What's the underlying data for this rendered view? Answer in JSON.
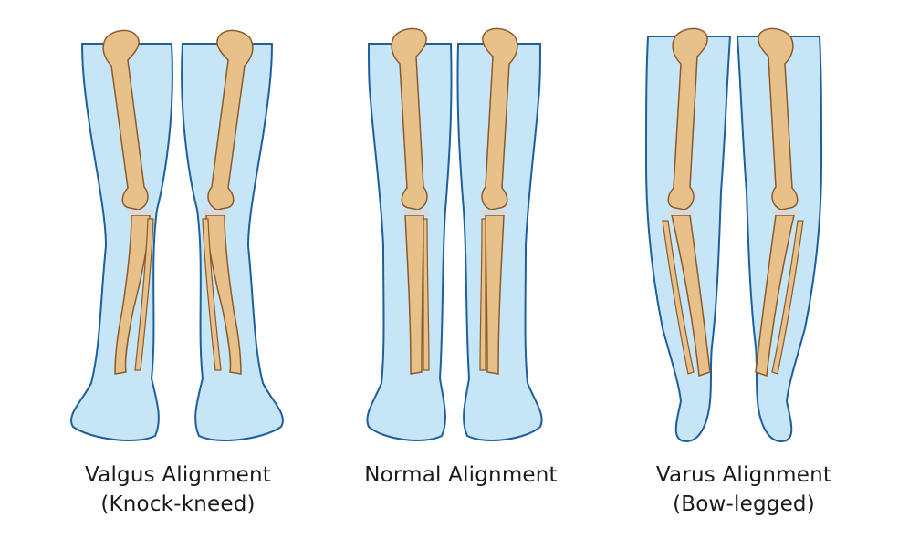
{
  "panels": [
    {
      "id": "valgus",
      "title": "Valgus Alignment",
      "subtitle": "(Knock-kneed)"
    },
    {
      "id": "normal",
      "title": "Normal Alignment",
      "subtitle": ""
    },
    {
      "id": "varus",
      "title": "Varus Alignment",
      "subtitle": "(Bow-legged)"
    }
  ],
  "colors": {
    "leg_fill": "#c6e6f7",
    "leg_outline": "#1f5f9e",
    "bone_fill": "#e8c08a",
    "bone_outline": "#8a5a2b",
    "cartilage": "#d9d9d9"
  }
}
